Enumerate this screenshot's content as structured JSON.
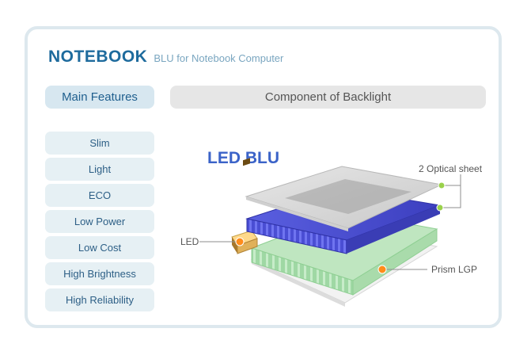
{
  "header": {
    "brand": "NOTEBOOK",
    "subtitle": "BLU for Notebook Computer"
  },
  "tabs": {
    "main_features": "Main Features",
    "component": "Component of Backlight"
  },
  "features": [
    "Slim",
    "Light",
    "ECO",
    "Low Power",
    "Low Cost",
    "High Brightness",
    "High Reliability"
  ],
  "diagram": {
    "title": "LED BLU",
    "labels": {
      "optical": "2 Optical sheet",
      "led": "LED",
      "prism": "Prism LGP"
    }
  },
  "colors": {
    "brand": "#1e6b9d",
    "accent_blue": "#3b63c8",
    "led_orange": "#ff8c1a",
    "callout_green": "#9ad14b"
  }
}
